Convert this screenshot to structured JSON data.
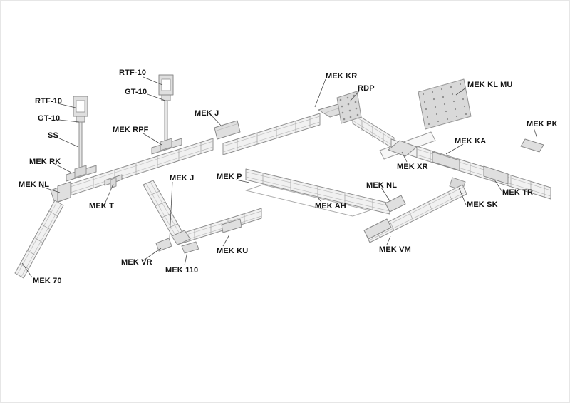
{
  "figure": {
    "type": "isometric-parts-diagram",
    "labels": [
      "RTF-10",
      "GT-10",
      "MEK RPF",
      "RTF-10",
      "GT-10",
      "SS",
      "MEK RK",
      "MEK NL",
      "MEK T",
      "MEK 70",
      "MEK J",
      "MEK KR",
      "RDP",
      "MEK KL MU",
      "MEK PK",
      "MEK KA",
      "MEK XR",
      "MEK TR",
      "MEK SK",
      "MEK NL",
      "MEK VM",
      "MEK P",
      "MEK AH",
      "MEK J",
      "MEK KU",
      "MEK VR",
      "MEK 110"
    ]
  },
  "colors": {
    "background": "#ffffff",
    "line": "#8f8f8f",
    "tray_fill": "#f1f1f1",
    "plate_fill": "#d9d9d9",
    "label_text": "#161616"
  }
}
